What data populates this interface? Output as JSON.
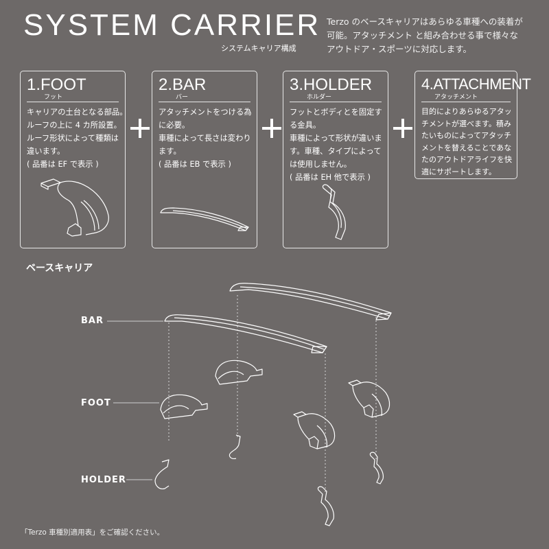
{
  "header": {
    "title": "SYSTEM CARRIER",
    "subtitle": "システムキャリア構成",
    "intro_lines": [
      "Terzo のベースキャリアはあらゆる車種への装着が",
      "可能。アタッチメント と組み合わせる事で様々な",
      "アウトドア・スポーツに対応します。"
    ]
  },
  "cards": [
    {
      "title": "1.FOOT",
      "ruby": "フット",
      "body": [
        "キャリアの土台となる部品。",
        "ルーフの上に 4 カ所設置。",
        "ルーフ形状によって種類は",
        "違います。",
        "( 品番は EF で表示 )"
      ],
      "icon": "foot-illustration-icon"
    },
    {
      "title": "2.BAR",
      "ruby": "バー",
      "body": [
        "アタッチメントをつける為",
        "に必要。",
        "車種によって長さは変わり",
        "ます。",
        "( 品番は EB で表示 )"
      ],
      "icon": "bar-illustration-icon"
    },
    {
      "title": "3.HOLDER",
      "ruby": "ホルダー",
      "body": [
        "フットとボディとを固定す",
        "る金具。",
        "車種によって形状が違いま",
        "す。車種、タイプによって",
        "は使用しません。",
        "( 品番は EH 他で表示 )"
      ],
      "icon": "holder-illustration-icon"
    },
    {
      "title": "4.ATTACHMENT",
      "ruby": "アタッチメント",
      "body": [
        "目的によりあらゆるアタッ",
        "チメントが選べます。積み",
        "たいものによってアタッチ",
        "メントを替えることであな",
        "たのアウトドアライフを快",
        "適にサポートします。"
      ]
    }
  ],
  "plus_symbol": "+",
  "diagram": {
    "section_title": "ベースキャリア",
    "labels": {
      "bar": "BAR",
      "foot": "FOOT",
      "holder": "HOLDER"
    }
  },
  "footer": {
    "note": "「Terzo 車種別適用表」をご確認ください。"
  },
  "colors": {
    "background": "#6d6968",
    "foreground": "#ffffff"
  }
}
